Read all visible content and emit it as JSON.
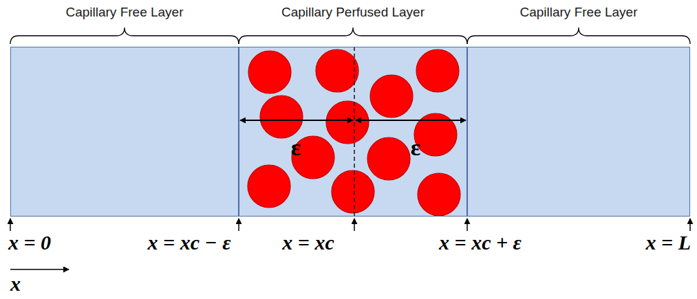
{
  "diagram": {
    "nodes": [
      {
        "text": [
          "Capillary Free Layer"
        ]
      },
      {
        "text": [
          "Capillary Perfused Layer"
        ]
      },
      {
        "text": [
          "Capillary Free Layer"
        ]
      }
    ],
    "labels": [
      "ε",
      "ε",
      "x = 0",
      "x = xc − ε",
      "x = xc",
      "x = xc + ε",
      "x = L",
      "x"
    ]
  }
}
